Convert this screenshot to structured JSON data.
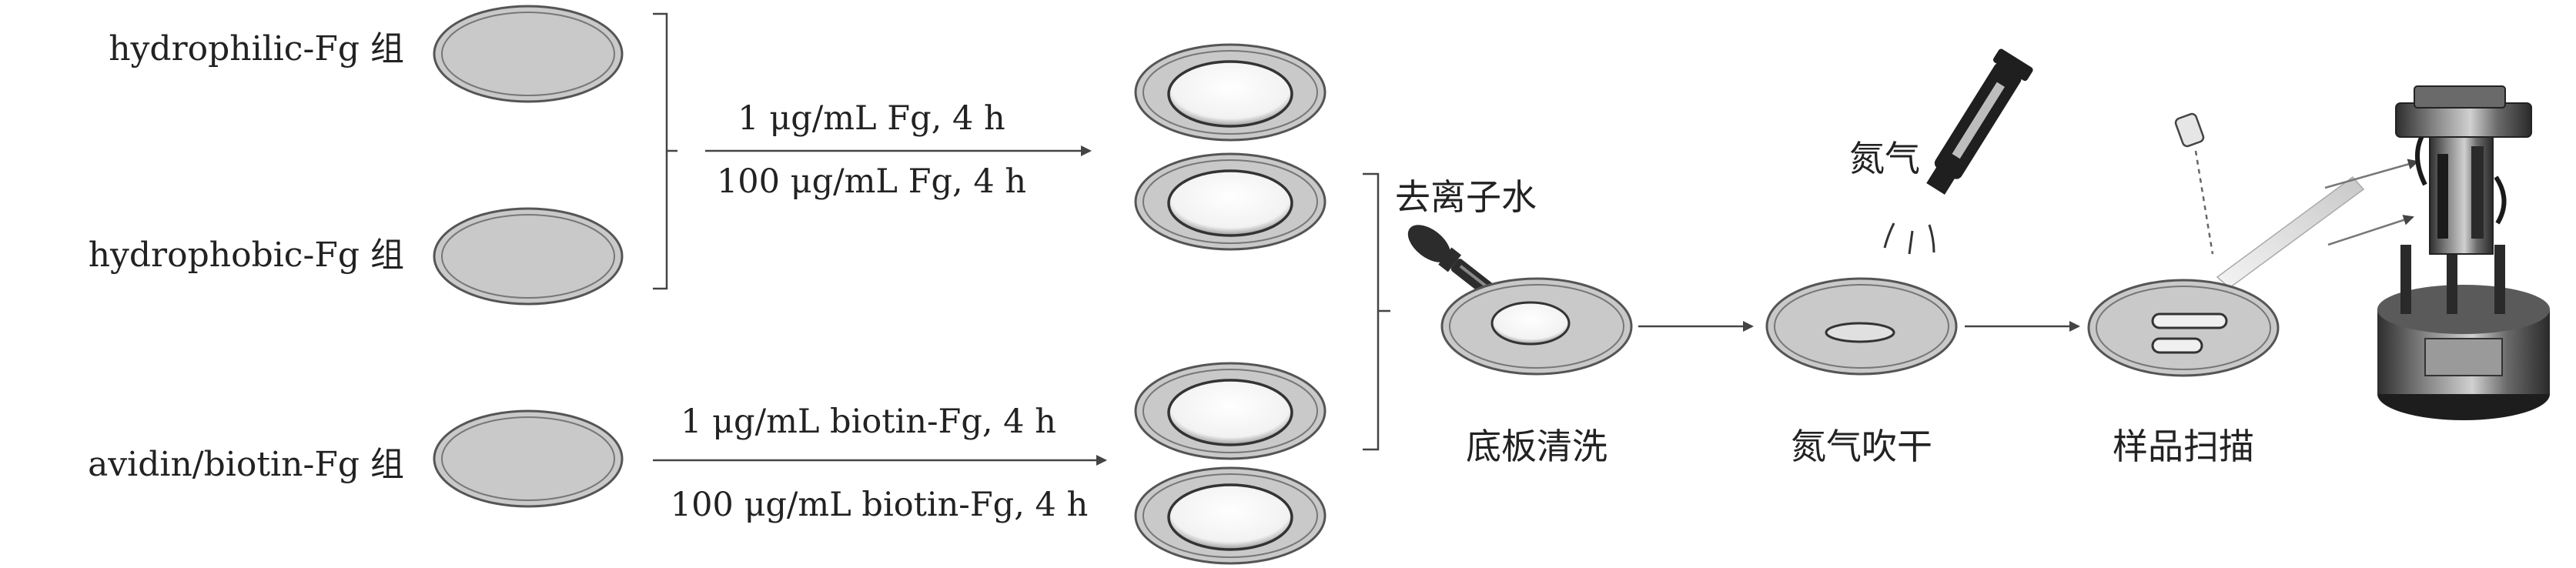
{
  "groups": {
    "hydrophilic": "hydrophilic-Fg 组",
    "hydrophobic": "hydrophobic-Fg 组",
    "avidin": "avidin/biotin-Fg 组"
  },
  "conditions": {
    "fg_low": "1 μg/mL Fg, 4 h",
    "fg_high": "100 μg/mL Fg, 4 h",
    "biotin_low": "1 μg/mL biotin-Fg, 4 h",
    "biotin_high": "100 μg/mL biotin-Fg, 4 h"
  },
  "reagents": {
    "water": "去离子水",
    "nitrogen": "氮气"
  },
  "steps": {
    "wash": "底板清洗",
    "dry": "氮气吹干",
    "scan": "样品扫描"
  },
  "colors": {
    "dish_fill": "#c9c9c9",
    "well_fill": "#ffffff",
    "line": "#555555",
    "instrument": "#3a3a3a"
  }
}
